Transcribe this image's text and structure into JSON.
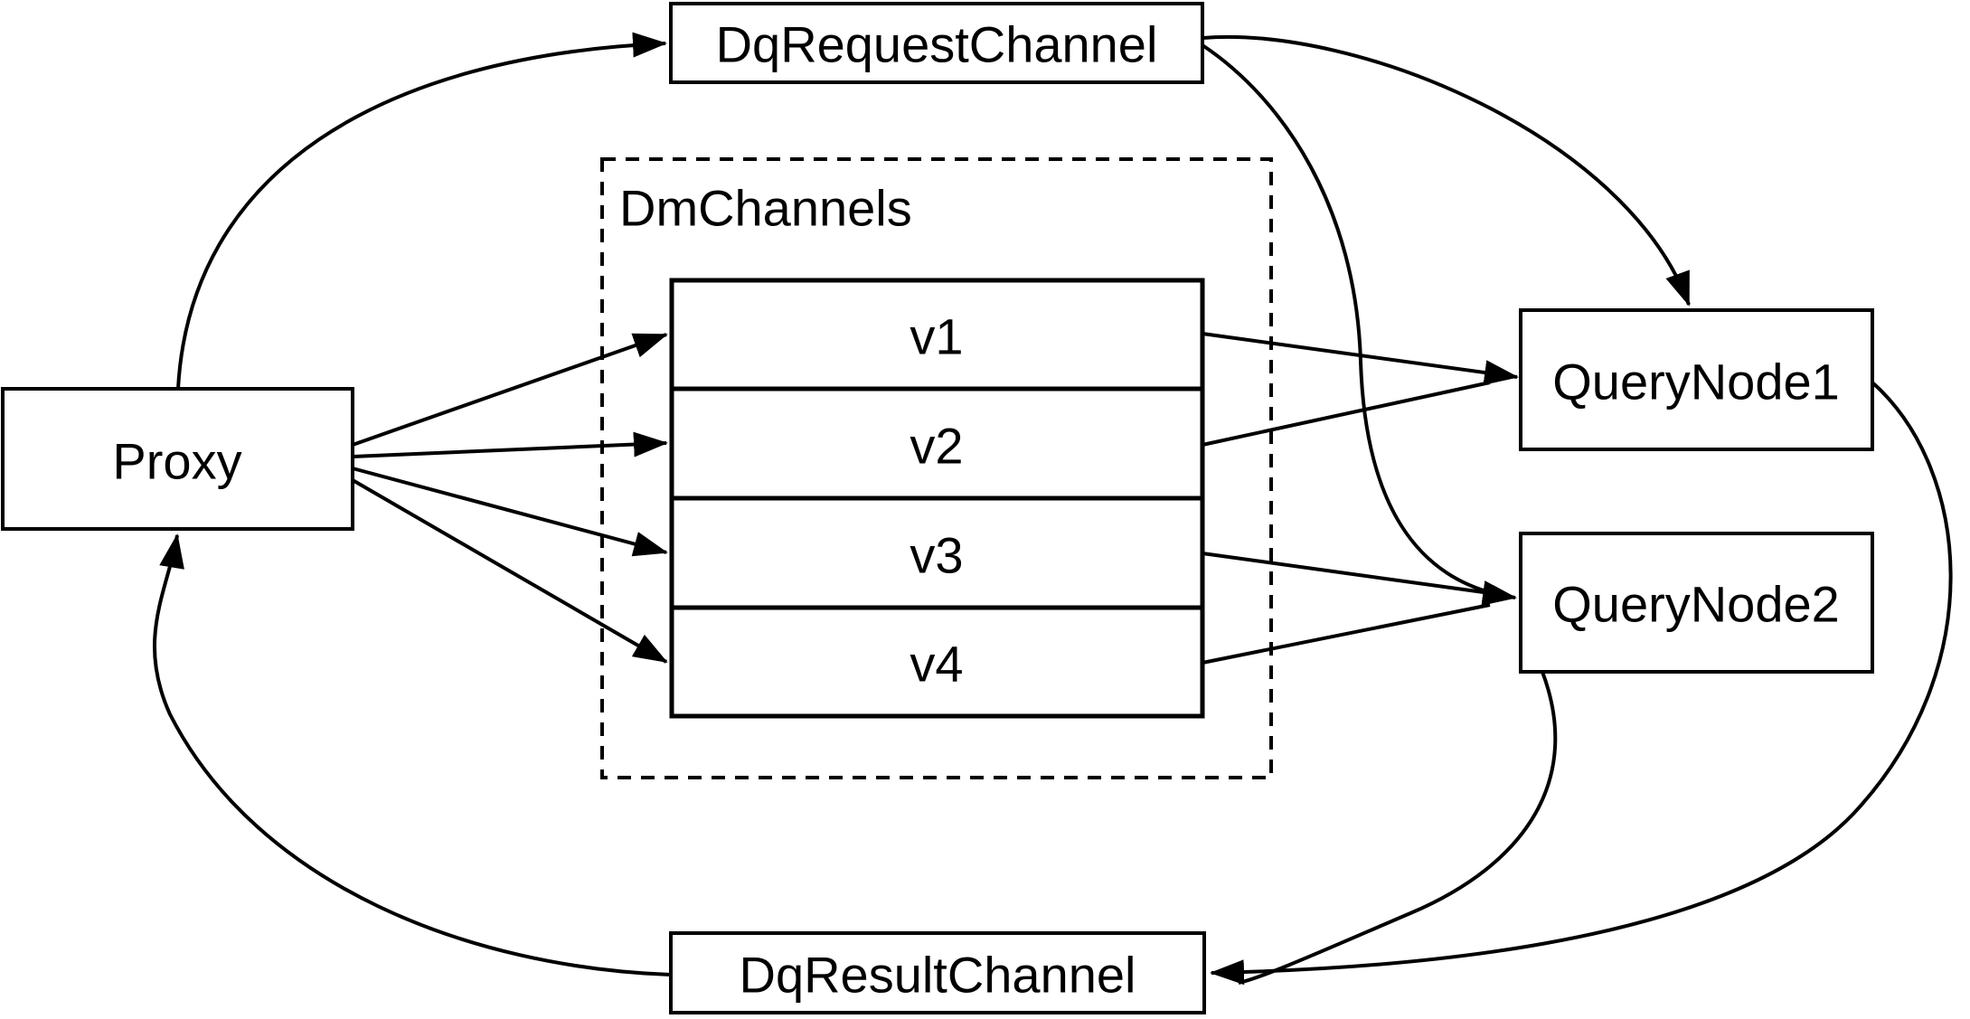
{
  "diagram": {
    "colors": {
      "stroke": "#000000",
      "background": "#ffffff"
    },
    "nodes": {
      "proxy": {
        "label": "Proxy"
      },
      "dq_request_channel": {
        "label": "DqRequestChannel"
      },
      "dm_channels_group": {
        "label": "DmChannels"
      },
      "v1": {
        "label": "v1"
      },
      "v2": {
        "label": "v2"
      },
      "v3": {
        "label": "v3"
      },
      "v4": {
        "label": "v4"
      },
      "query_node_1": {
        "label": "QueryNode1"
      },
      "query_node_2": {
        "label": "QueryNode2"
      },
      "dq_result_channel": {
        "label": "DqResultChannel"
      }
    },
    "edges": [
      {
        "from": "Proxy",
        "to": "DqRequestChannel"
      },
      {
        "from": "DqRequestChannel",
        "to": "QueryNode1"
      },
      {
        "from": "DqRequestChannel",
        "to": "QueryNode2"
      },
      {
        "from": "Proxy",
        "to": "v1"
      },
      {
        "from": "Proxy",
        "to": "v2"
      },
      {
        "from": "Proxy",
        "to": "v3"
      },
      {
        "from": "Proxy",
        "to": "v4"
      },
      {
        "from": "v1",
        "to": "QueryNode1"
      },
      {
        "from": "v2",
        "to": "QueryNode1"
      },
      {
        "from": "v3",
        "to": "QueryNode2"
      },
      {
        "from": "v4",
        "to": "QueryNode2"
      },
      {
        "from": "QueryNode1",
        "to": "DqResultChannel"
      },
      {
        "from": "QueryNode2",
        "to": "DqResultChannel"
      },
      {
        "from": "DqResultChannel",
        "to": "Proxy"
      }
    ]
  }
}
